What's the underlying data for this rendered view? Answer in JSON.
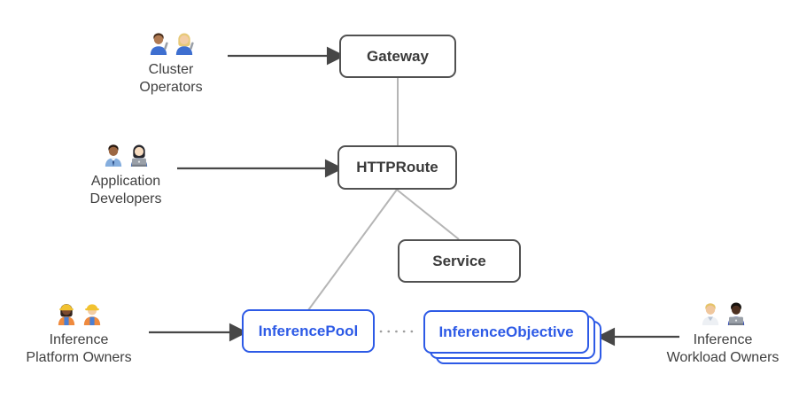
{
  "colors": {
    "background": "#ffffff",
    "node_border": "#515151",
    "node_text": "#3a3a3a",
    "extension_color": "#2d5ae6",
    "connector_line": "#b5b5b5",
    "arrow_line": "#474747",
    "dotted_line": "#9e9e9e",
    "label_text": "#3f3f3f"
  },
  "nodes": {
    "gateway": {
      "label": "Gateway"
    },
    "httproute": {
      "label": "HTTPRoute"
    },
    "service": {
      "label": "Service"
    },
    "inference_pool": {
      "label": "InferencePool"
    },
    "inference_objective": {
      "label": "InferenceObjective",
      "stacked": true,
      "stack_layers": 3
    }
  },
  "personas": {
    "cluster_operators": {
      "lines": [
        "Cluster",
        "Operators"
      ],
      "emoji": "👨🏽‍🔧 👩🏼‍🔧",
      "icons": [
        "man-mechanic-icon",
        "woman-mechanic-icon"
      ],
      "arrow_to": "Gateway"
    },
    "application_developers": {
      "lines": [
        "Application",
        "Developers"
      ],
      "emoji": "👨🏾‍💼 👩🏻‍💻",
      "icons": [
        "man-office-worker-icon",
        "woman-technologist-icon"
      ],
      "arrow_to": "HTTPRoute"
    },
    "inference_platform_owners": {
      "lines": [
        "Inference",
        "Platform Owners"
      ],
      "emoji": "👷🏾‍♀️ 👷🏻",
      "icons": [
        "woman-construction-worker-icon",
        "man-construction-worker-icon"
      ],
      "arrow_to": "InferencePool"
    },
    "inference_workload_owners": {
      "lines": [
        "Inference",
        "Workload Owners"
      ],
      "emoji": "🧑🏼‍🔬 👨🏿‍💻",
      "icons": [
        "scientist-icon",
        "man-technologist-icon"
      ],
      "arrow_to": "InferenceObjective"
    }
  },
  "edges": [
    {
      "from": "Gateway",
      "to": "HTTPRoute",
      "style": "solid-line"
    },
    {
      "from": "HTTPRoute",
      "to": "Service",
      "style": "solid-line"
    },
    {
      "from": "HTTPRoute",
      "to": "InferencePool",
      "style": "solid-line"
    },
    {
      "from": "InferencePool",
      "to": "InferenceObjective",
      "style": "dotted-line"
    },
    {
      "from": "Cluster Operators",
      "to": "Gateway",
      "style": "arrow"
    },
    {
      "from": "Application Developers",
      "to": "HTTPRoute",
      "style": "arrow"
    },
    {
      "from": "Inference Platform Owners",
      "to": "InferencePool",
      "style": "arrow"
    },
    {
      "from": "Inference Workload Owners",
      "to": "InferenceObjective",
      "style": "arrow"
    }
  ]
}
